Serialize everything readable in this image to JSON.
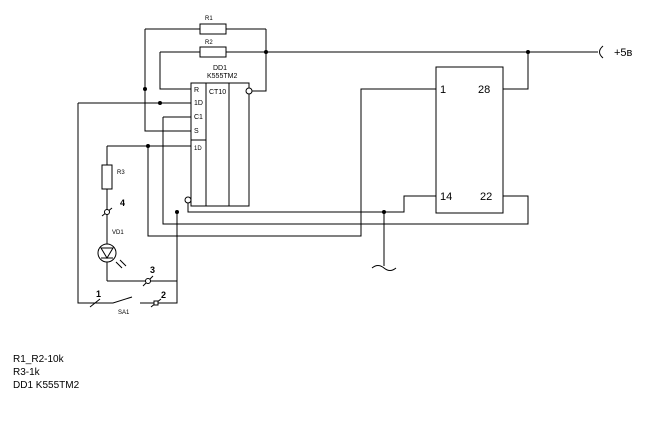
{
  "resistors": {
    "r1": "R1",
    "r2": "R2",
    "r3": "R3"
  },
  "dd1": {
    "ref": "DD1",
    "part": "K555TM2",
    "func": "CT10"
  },
  "dd1_pins": {
    "r": "R",
    "d": "1D",
    "c": "C1",
    "s": "S",
    "d2": "1D"
  },
  "ic2_pins": {
    "p1": "1",
    "p28": "28",
    "p14": "14",
    "p22": "22"
  },
  "led": {
    "ref": "VD1"
  },
  "switch": {
    "ref": "SA1"
  },
  "nodes": {
    "n1": "1",
    "n2": "2",
    "n3": "3",
    "n4": "4"
  },
  "supply": "+5в",
  "notes": [
    "R1_R2-10k",
    "R3-1k",
    "DD1  K555TM2"
  ]
}
